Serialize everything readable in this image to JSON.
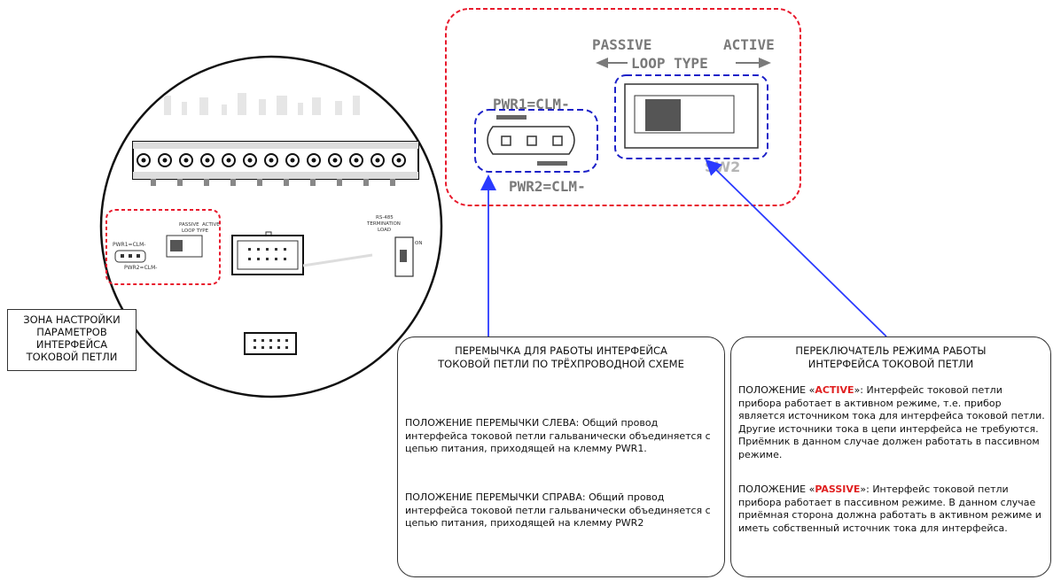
{
  "colors": {
    "red_outline": "#e8192c",
    "blue_outline": "#1d21c8",
    "arrow_blue": "#2a3aff",
    "highlight_red": "#e02020",
    "outline_dark": "#333333"
  },
  "callout_detail": {
    "passive_label": "PASSIVE",
    "active_label": "ACTIVE",
    "loop_type_label": "LOOP TYPE",
    "pwr1_label": "PWR1=CLM-",
    "pwr2_label": "PWR2=CLM-",
    "sw2_label": "SW2"
  },
  "board": {
    "passive_small": "PASSIVE",
    "active_small": "ACTIVE",
    "loop_type_small": "LOOP TYPE",
    "pwr1_small": "PWR1=CLM-",
    "pwr2_small": "PWR2=CLM-",
    "term_label_1": "RS-485",
    "term_label_2": "TERMINATION",
    "term_label_3": "LOAD",
    "term_on": "ON"
  },
  "zone_label": "ЗОНА  НАСТРОЙКИ\nПАРАМЕТРОВ\nИНТЕРФЕЙСА\nТОКОВОЙ  ПЕТЛИ",
  "jumper_panel": {
    "title": "ПЕРЕМЫЧКА ДЛЯ  РАБОТЫ  ИНТЕРФЕЙСА\nТОКОВОЙ ПЕТЛИ  ПО  ТРЁХПРОВОДНОЙ СХЕМЕ",
    "left_text": "ПОЛОЖЕНИЕ ПЕРЕМЫЧКИ СЛЕВА:  Общий провод интерфейса токовой петли гальванически объединяется с цепью питания, приходящей на клемму PWR1.",
    "right_text": "ПОЛОЖЕНИЕ ПЕРЕМЫЧКИ СПРАВА:  Общий провод интерфейса токовой петли гальванически объединяется с цепью питания, приходящей на клемму PWR2"
  },
  "switch_panel": {
    "title": "ПЕРЕКЛЮЧАТЕЛЬ РЕЖИМА РАБОТЫ\nИНТЕРФЕЙСА  ТОКОВОЙ ПЕТЛИ",
    "active_prefix": "ПОЛОЖЕНИЕ  «",
    "active_word": "ACTIVE",
    "active_suffix": "»: Интерфейс токовой петли прибора работает в активном режиме, т.е. прибор является источником тока для интерфейса токовой петли. Другие источники тока в цепи интерфейса не требуются. Приёмник в данном случае должен работать в пассивном режиме.",
    "passive_prefix": "ПОЛОЖЕНИЕ «",
    "passive_word": "PASSIVE",
    "passive_suffix": "»: Интерфейс токовой петли прибора работает в пассивном режиме. В данном случае приёмная сторона должна работать в активном режиме и иметь собственный источник тока для интерфейса."
  }
}
